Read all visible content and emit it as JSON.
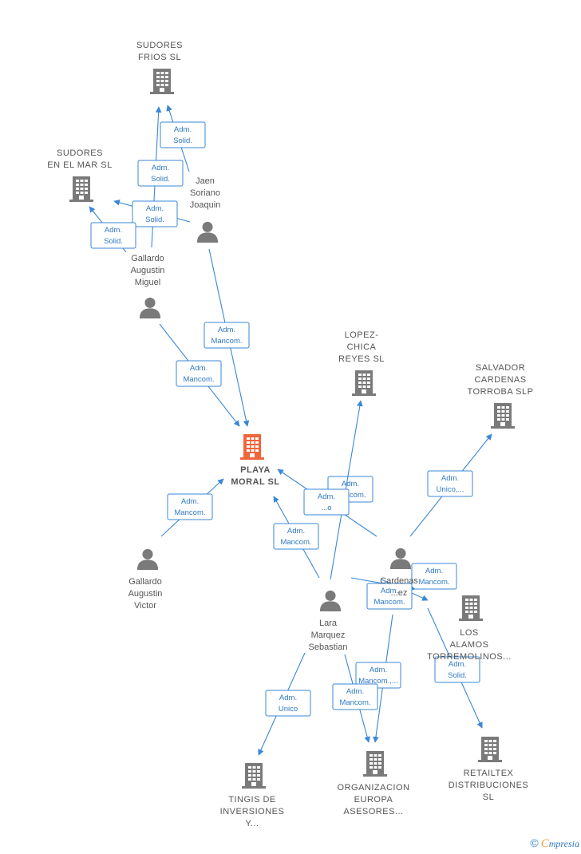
{
  "colors": {
    "edge": "#3a87d6",
    "node": "#7a7a7a",
    "focus": "#f0653a",
    "text": "#555555"
  },
  "nodes": [
    {
      "id": "playa",
      "type": "company",
      "focus": true,
      "lines": [
        "PLAYA",
        "MORAL  SL"
      ]
    },
    {
      "id": "frios",
      "type": "company",
      "lines": [
        "SUDORES",
        "FRIOS  SL"
      ]
    },
    {
      "id": "marsl",
      "type": "company",
      "lines": [
        "SUDORES",
        "EN EL MAR  SL"
      ]
    },
    {
      "id": "lopez",
      "type": "company",
      "lines": [
        "LOPEZ-",
        "CHICA",
        "REYES SL"
      ]
    },
    {
      "id": "salvador",
      "type": "company",
      "lines": [
        "SALVADOR",
        "CARDENAS",
        "TORROBA SLP"
      ]
    },
    {
      "id": "alamos",
      "type": "company",
      "lines": [
        "LOS",
        "ALAMOS",
        "TORREMOLINOS..."
      ]
    },
    {
      "id": "retailtex",
      "type": "company",
      "lines": [
        "RETAILTEX",
        "DISTRIBUCIONES",
        "SL"
      ]
    },
    {
      "id": "organizacion",
      "type": "company",
      "lines": [
        "ORGANIZACION",
        "EUROPA",
        "ASESORES..."
      ]
    },
    {
      "id": "tingis",
      "type": "company",
      "lines": [
        "TINGIS DE",
        "INVERSIONES",
        "Y..."
      ]
    },
    {
      "id": "jaen",
      "type": "person",
      "lines": [
        "Jaen",
        "Soriano",
        "Joaquin"
      ]
    },
    {
      "id": "gmiguel",
      "type": "person",
      "lines": [
        "Gallardo",
        "Augustin",
        "Miguel"
      ]
    },
    {
      "id": "gvictor",
      "type": "person",
      "lines": [
        "Gallardo",
        "Augustin",
        "Victor"
      ]
    },
    {
      "id": "lara",
      "type": "person",
      "lines": [
        "Lara",
        "Marquez",
        "Sebastian"
      ]
    },
    {
      "id": "cardenas",
      "type": "person",
      "lines": [
        "Cardenas",
        "...ez"
      ]
    }
  ],
  "edges": [
    {
      "from": "jaen",
      "to": "frios",
      "label": [
        "Adm.",
        "Solid."
      ]
    },
    {
      "from": "gmiguel",
      "to": "frios",
      "label": [
        "Adm.",
        "Solid."
      ]
    },
    {
      "from": "jaen",
      "to": "marsl",
      "label": [
        "Adm.",
        "Solid."
      ]
    },
    {
      "from": "gmiguel",
      "to": "marsl",
      "label": [
        "Adm.",
        "Solid."
      ]
    },
    {
      "from": "jaen",
      "to": "playa",
      "label": [
        "Adm.",
        "Mancom."
      ]
    },
    {
      "from": "gmiguel",
      "to": "playa",
      "label": [
        "Adm.",
        "Mancom."
      ]
    },
    {
      "from": "gvictor",
      "to": "playa",
      "label": [
        "Adm.",
        "Mancom."
      ]
    },
    {
      "from": "lara",
      "to": "playa",
      "label": [
        "Adm.",
        "Mancom."
      ]
    },
    {
      "from": "cardenas",
      "to": "playa",
      "label": [
        "Adm.",
        "Mancom."
      ]
    },
    {
      "from": "lara",
      "to": "lopez",
      "label": [
        "Adm.",
        "...o"
      ]
    },
    {
      "from": "cardenas",
      "to": "salvador",
      "label": [
        "Adm.",
        "Unico,..."
      ]
    },
    {
      "from": "cardenas",
      "to": "alamos",
      "label": [
        "Adm.",
        "Mancom."
      ]
    },
    {
      "from": "lara",
      "to": "alamos",
      "label": [
        "Adm.",
        "Mancom."
      ]
    },
    {
      "from": "cardenas",
      "to": "retailtex",
      "label": [
        "Adm.",
        "Solid."
      ]
    },
    {
      "from": "cardenas",
      "to": "organizacion",
      "label": [
        "Adm.",
        "Mancom.,..."
      ]
    },
    {
      "from": "lara",
      "to": "organizacion",
      "label": [
        "Adm.",
        "Mancom."
      ]
    },
    {
      "from": "lara",
      "to": "tingis",
      "label": [
        "Adm.",
        "Unico"
      ]
    }
  ],
  "footer": {
    "copyright": "©",
    "brand_initial": "C",
    "brand_rest": "mpresia"
  }
}
